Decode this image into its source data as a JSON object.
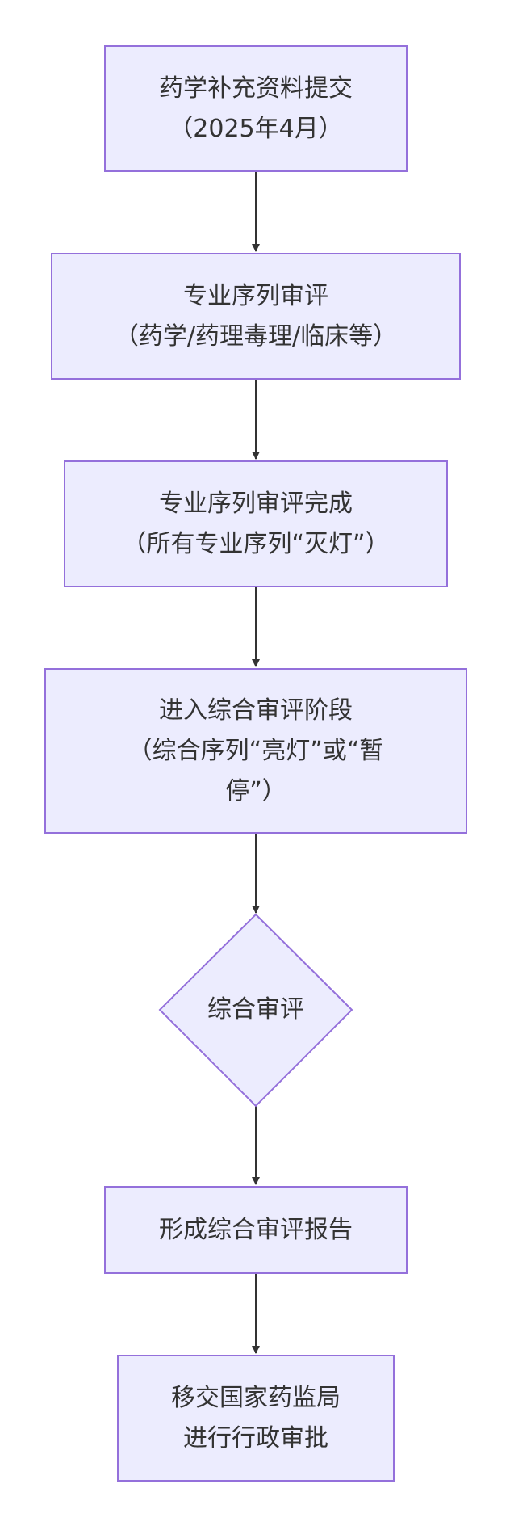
{
  "colors": {
    "node_fill": "#ececfe",
    "node_stroke": "#9470db",
    "edge": "#333333",
    "text": "#333333"
  },
  "nodes": {
    "n1": {
      "shape": "rect",
      "line1": "药学补充资料提交",
      "line2": "（2025年4月）"
    },
    "n2": {
      "shape": "rect",
      "line1": "专业序列审评",
      "line2": "（药学/药理毒理/临床等）"
    },
    "n3": {
      "shape": "rect",
      "line1": "专业序列审评完成",
      "line2": "（所有专业序列“灭灯”）"
    },
    "n4": {
      "shape": "rect",
      "line1": "进入综合审评阶段",
      "line2": "（综合序列“亮灯”或“暂",
      "line3": "停”）"
    },
    "n5": {
      "shape": "diamond",
      "line1": "综合审评"
    },
    "n6": {
      "shape": "rect",
      "line1": "形成综合审评报告"
    },
    "n7": {
      "shape": "rect",
      "line1": "移交国家药监局",
      "line2": "进行行政审批"
    }
  },
  "edges": [
    {
      "from": "n1",
      "to": "n2"
    },
    {
      "from": "n2",
      "to": "n3"
    },
    {
      "from": "n3",
      "to": "n4"
    },
    {
      "from": "n4",
      "to": "n5"
    },
    {
      "from": "n5",
      "to": "n6"
    },
    {
      "from": "n6",
      "to": "n7"
    }
  ]
}
